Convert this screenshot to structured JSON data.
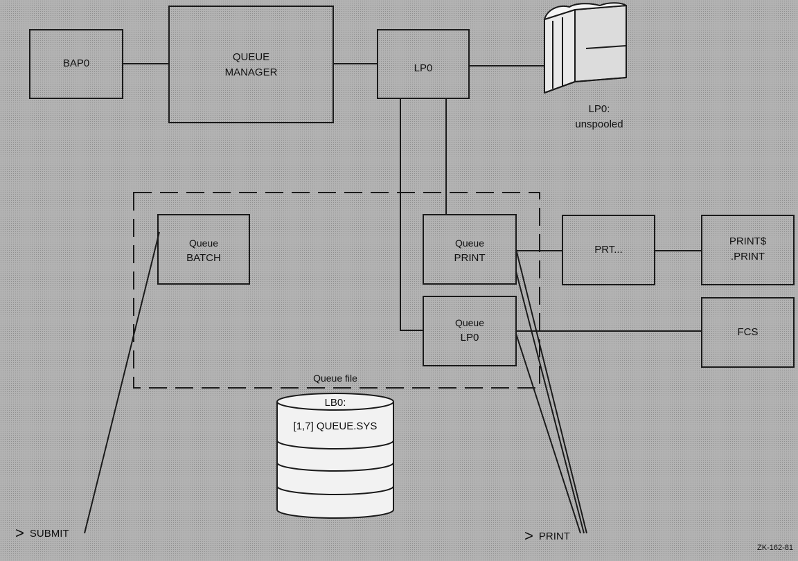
{
  "boxes": {
    "bap0": "BAP0",
    "queue_manager": [
      "QUEUE",
      "MANAGER"
    ],
    "lp0": "LP0",
    "queue_batch": [
      "Queue",
      "BATCH"
    ],
    "queue_print": [
      "Queue",
      "PRINT"
    ],
    "queue_lp0": [
      "Queue",
      "LP0"
    ],
    "prt": "PRT...",
    "print_task": [
      "PRINT$",
      ".PRINT"
    ],
    "fcs": "FCS"
  },
  "printer": {
    "icon": "line-printer-icon",
    "label": [
      "LP0:",
      "unspooled"
    ]
  },
  "queue_file": {
    "caption": "Queue file",
    "device": "LB0:",
    "filename": "[1,7] QUEUE.SYS",
    "icon": "disk-stack-icon"
  },
  "commands": {
    "submit": "SUBMIT",
    "print": "PRINT"
  },
  "figure_id": "ZK-162-81"
}
